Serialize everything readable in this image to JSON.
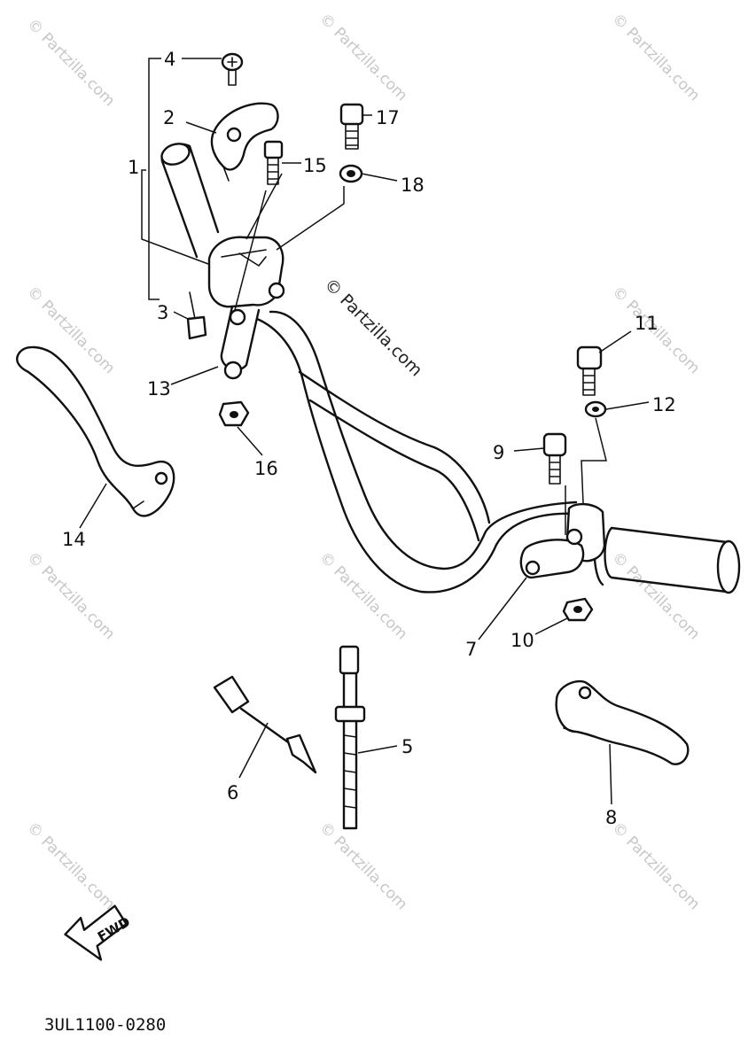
{
  "diagram": {
    "drawing_code": "3UL1100-0280",
    "direction_label": "FWD",
    "watermark": "© Partzilla.com",
    "parts": [
      {
        "id": "p1",
        "label": "1"
      },
      {
        "id": "p2",
        "label": "2"
      },
      {
        "id": "p3",
        "label": "3"
      },
      {
        "id": "p4",
        "label": "4"
      },
      {
        "id": "p5",
        "label": "5"
      },
      {
        "id": "p6",
        "label": "6"
      },
      {
        "id": "p7",
        "label": "7"
      },
      {
        "id": "p8",
        "label": "8"
      },
      {
        "id": "p9",
        "label": "9"
      },
      {
        "id": "p10",
        "label": "10"
      },
      {
        "id": "p11",
        "label": "11"
      },
      {
        "id": "p12",
        "label": "12"
      },
      {
        "id": "p13",
        "label": "13"
      },
      {
        "id": "p14",
        "label": "14"
      },
      {
        "id": "p15",
        "label": "15"
      },
      {
        "id": "p16",
        "label": "16"
      },
      {
        "id": "p17",
        "label": "17"
      },
      {
        "id": "p18",
        "label": "18"
      }
    ]
  }
}
